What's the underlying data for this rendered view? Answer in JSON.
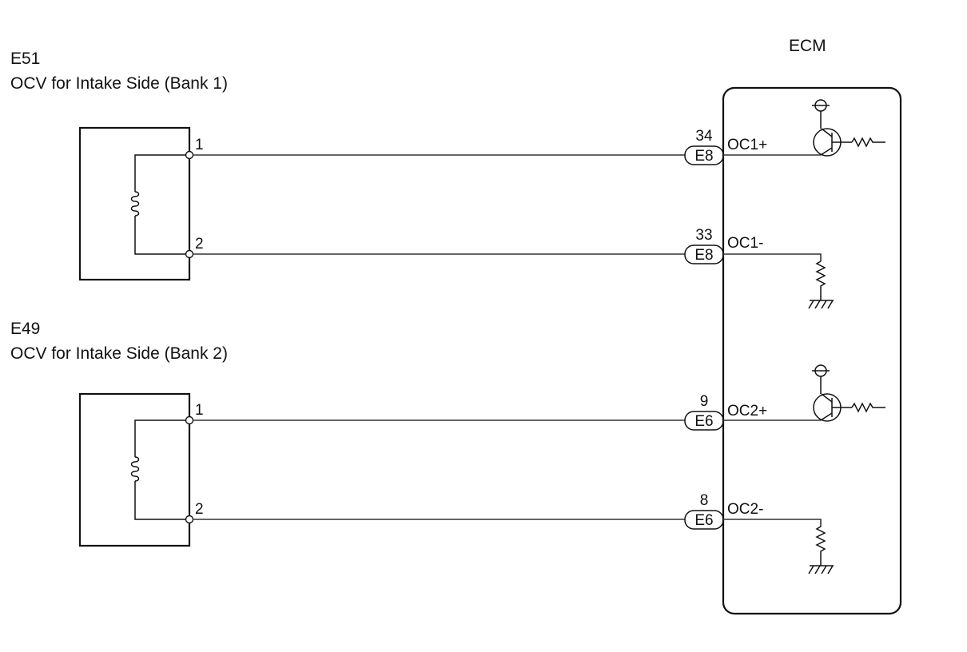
{
  "ecm": {
    "title": "ECM"
  },
  "bank1": {
    "component_id": "E51",
    "component_name": "OCV for Intake Side (Bank 1)",
    "pin_top": "1",
    "pin_bottom": "2",
    "circuit_top": {
      "pin_number": "34",
      "connector": "E8",
      "terminal": "OC1+"
    },
    "circuit_bottom": {
      "pin_number": "33",
      "connector": "E8",
      "terminal": "OC1-"
    }
  },
  "bank2": {
    "component_id": "E49",
    "component_name": "OCV for Intake Side (Bank 2)",
    "pin_top": "1",
    "pin_bottom": "2",
    "circuit_top": {
      "pin_number": "9",
      "connector": "E6",
      "terminal": "OC2+"
    },
    "circuit_bottom": {
      "pin_number": "8",
      "connector": "E6",
      "terminal": "OC2-"
    }
  },
  "icons": {
    "coil": "solenoid-coil-icon",
    "transistor": "transistor-icon",
    "resistor": "resistor-icon",
    "ground": "ground-icon",
    "power": "power-supply-icon"
  },
  "colors": {
    "line": "#111111",
    "wire": "#333333",
    "background": "#ffffff"
  }
}
